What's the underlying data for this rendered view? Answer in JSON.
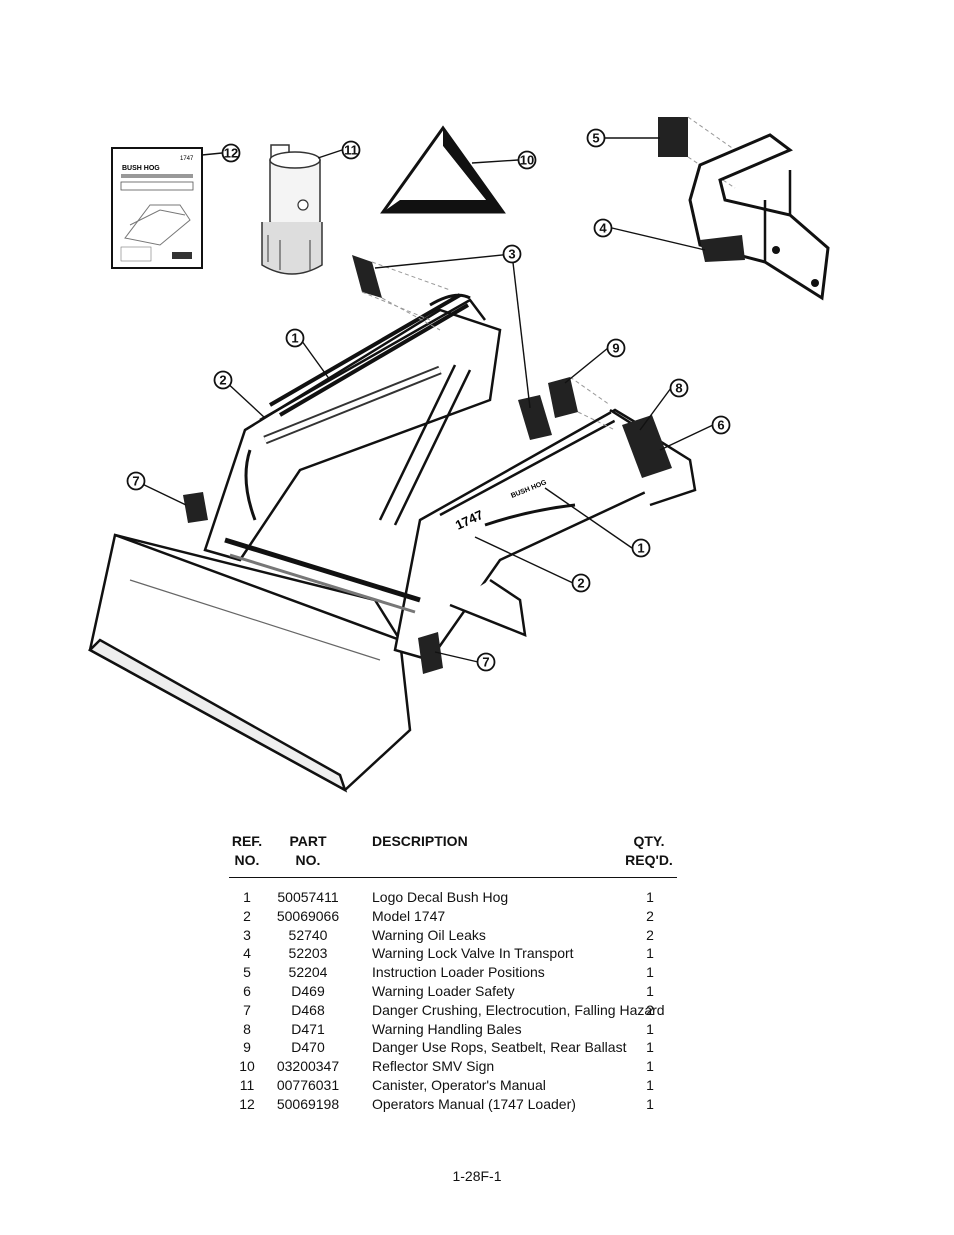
{
  "diagram": {
    "callouts": [
      "1",
      "2",
      "3",
      "4",
      "5",
      "6",
      "7",
      "8",
      "9",
      "10",
      "11",
      "12",
      "1",
      "2",
      "7"
    ],
    "manual_cover": {
      "model": "1747",
      "brand": "BUSH HOG"
    },
    "arm_model_label": "1747",
    "arm_logo_label": "BUSH HOG"
  },
  "table": {
    "headers": {
      "ref_line1": "REF.",
      "ref_line2": "NO.",
      "part_line1": "PART",
      "part_line2": "NO.",
      "description": "DESCRIPTION",
      "qty_line1": "QTY.",
      "qty_line2": "REQ'D."
    },
    "rows": [
      {
        "ref": "1",
        "part": "50057411",
        "description": "Logo Decal Bush Hog",
        "qty": "1"
      },
      {
        "ref": "2",
        "part": "50069066",
        "description": "Model 1747",
        "qty": "2"
      },
      {
        "ref": "3",
        "part": "52740",
        "description": "Warning Oil Leaks",
        "qty": "2"
      },
      {
        "ref": "4",
        "part": "52203",
        "description": "Warning Lock Valve In Transport",
        "qty": "1"
      },
      {
        "ref": "5",
        "part": "52204",
        "description": "Instruction Loader Positions",
        "qty": "1"
      },
      {
        "ref": "6",
        "part": "D469",
        "description": "Warning Loader Safety",
        "qty": "1"
      },
      {
        "ref": "7",
        "part": "D468",
        "description": "Danger Crushing, Electrocution, Falling Hazard",
        "qty": "2"
      },
      {
        "ref": "8",
        "part": "D471",
        "description": "Warning Handling Bales",
        "qty": "1"
      },
      {
        "ref": "9",
        "part": "D470",
        "description": "Danger Use Rops, Seatbelt, Rear Ballast",
        "qty": "1"
      },
      {
        "ref": "10",
        "part": "03200347",
        "description": "Reflector SMV Sign",
        "qty": "1"
      },
      {
        "ref": "11",
        "part": "00776031",
        "description": "Canister, Operator's Manual",
        "qty": "1"
      },
      {
        "ref": "12",
        "part": "50069198",
        "description": "Operators Manual (1747 Loader)",
        "qty": "1"
      }
    ]
  },
  "footer": {
    "page_number": "1-28F-1"
  }
}
